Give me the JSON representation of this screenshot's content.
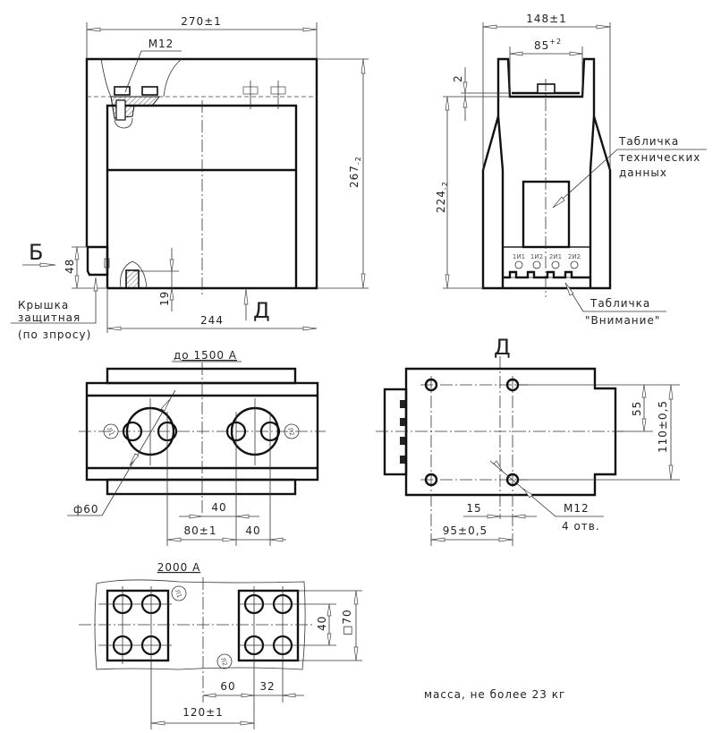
{
  "front_view": {
    "width_dim": "270±1",
    "height_dim": "267",
    "height_tol": "-2",
    "bottom_dim": "244",
    "bolt_label": "M12",
    "cover_height_dim": "48",
    "terminal_offset_dim": "19",
    "section_b": "Б",
    "view_d_arrow": "Д",
    "cover_note": [
      "Крышка",
      "защитная",
      "(по зпросу)"
    ]
  },
  "side_view": {
    "width_dim": "148±1",
    "inner_dim": "85",
    "inner_tol": "+2",
    "offset_dim": "2",
    "height_dim": "224",
    "height_tol": "-2",
    "terminals": [
      "1И1",
      "1И2",
      "2И1",
      "2И2"
    ],
    "plate_note": [
      "Табличка",
      "технических",
      "данных"
    ],
    "warning_note": [
      "Табличка",
      "\"Внимание\""
    ]
  },
  "view_1500": {
    "title": "до 1500 А",
    "diameter_dim": "ф60",
    "dim_40a": "40",
    "dim_80": "80±1",
    "dim_40b": "40",
    "l1": "Л1",
    "l2": "Л2"
  },
  "view_d": {
    "title": "Д",
    "dim_55": "55",
    "dim_110": "110±0,5",
    "dim_15": "15",
    "dim_95": "95±0,5",
    "hole_label": "M12",
    "hole_count": "4 отв."
  },
  "view_2000": {
    "title": "2000 А",
    "dim_40": "40",
    "dim_70": "□70",
    "dim_60": "60",
    "dim_32": "32",
    "dim_120": "120±1",
    "l1": "Л1",
    "l2": "Л2"
  },
  "mass_note": "масса, не более 23 кг"
}
